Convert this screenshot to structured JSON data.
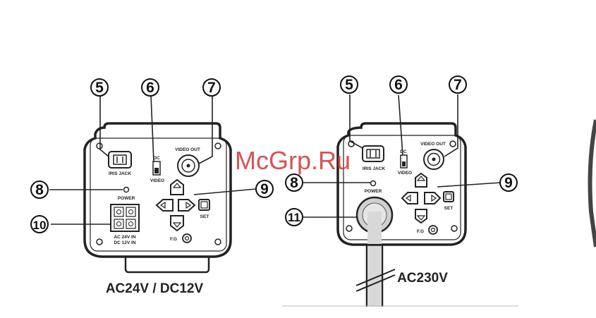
{
  "watermark": "McGrp.Ru",
  "left_camera": {
    "caption": "AC24V / DC12V",
    "labels": {
      "iris_jack": "IRIS JACK",
      "dc": "DC",
      "video": "VIDEO",
      "video_out": "VIDEO OUT",
      "power": "POWER",
      "set": "SET",
      "fg": "F.G",
      "terminal_line1": "AC 24V IN",
      "terminal_line2": "DC 12V IN"
    },
    "callouts": [
      "5",
      "6",
      "7",
      "8",
      "9",
      "10"
    ]
  },
  "right_camera": {
    "caption": "AC230V",
    "labels": {
      "iris_jack": "IRIS JACK",
      "dc": "DC",
      "video": "VIDEO",
      "video_out": "VIDEO OUT",
      "power": "POWER",
      "set": "SET",
      "fg": "F.G"
    },
    "callouts": [
      "5",
      "6",
      "7",
      "8",
      "9",
      "11"
    ]
  }
}
